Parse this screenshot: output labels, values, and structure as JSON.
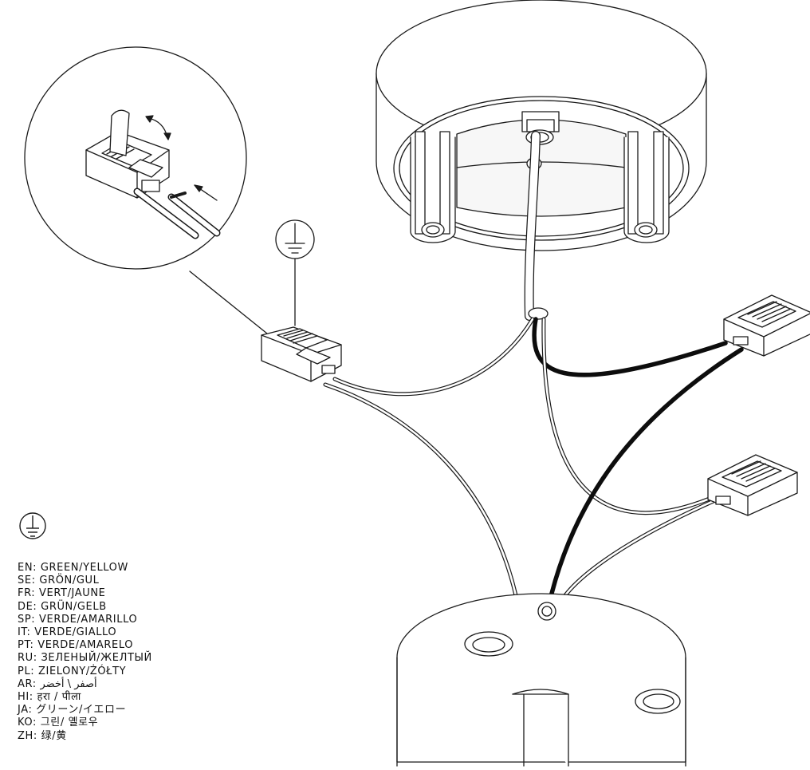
{
  "diagram": {
    "ground_symbol": "protective-earth-ground-icon",
    "colors": {
      "line": "#1a1a1a",
      "black_wire": "#0d0d0d",
      "fill": "#ffffff",
      "shade": "#f0f0f0"
    }
  },
  "legend": {
    "items": [
      {
        "code": "EN:",
        "text": "GREEN/YELLOW"
      },
      {
        "code": "SE:",
        "text": "GRÖN/GUL"
      },
      {
        "code": "FR:",
        "text": "VERT/JAUNE"
      },
      {
        "code": "DE:",
        "text": "GRÜN/GELB"
      },
      {
        "code": "SP:",
        "text": "VERDE/AMARILLO"
      },
      {
        "code": "IT:",
        "text": "VERDE/GIALLO"
      },
      {
        "code": "PT:",
        "text": "VERDE/AMARELO"
      },
      {
        "code": "RU:",
        "text": "ЗЕЛЕНЫЙ/ЖЕЛТЫЙ"
      },
      {
        "code": "PL:",
        "text": "ZIELONY/ŻÓŁTY"
      },
      {
        "code": "AR:",
        "text": "أصفر \\ أخضر"
      },
      {
        "code": "HI:",
        "text": "हरा / पीला"
      },
      {
        "code": "JA:",
        "text": "グリーン/イエロー"
      },
      {
        "code": "KO:",
        "text": "그린/ 옐로우"
      },
      {
        "code": "ZH:",
        "text": "绿/黄"
      }
    ]
  }
}
